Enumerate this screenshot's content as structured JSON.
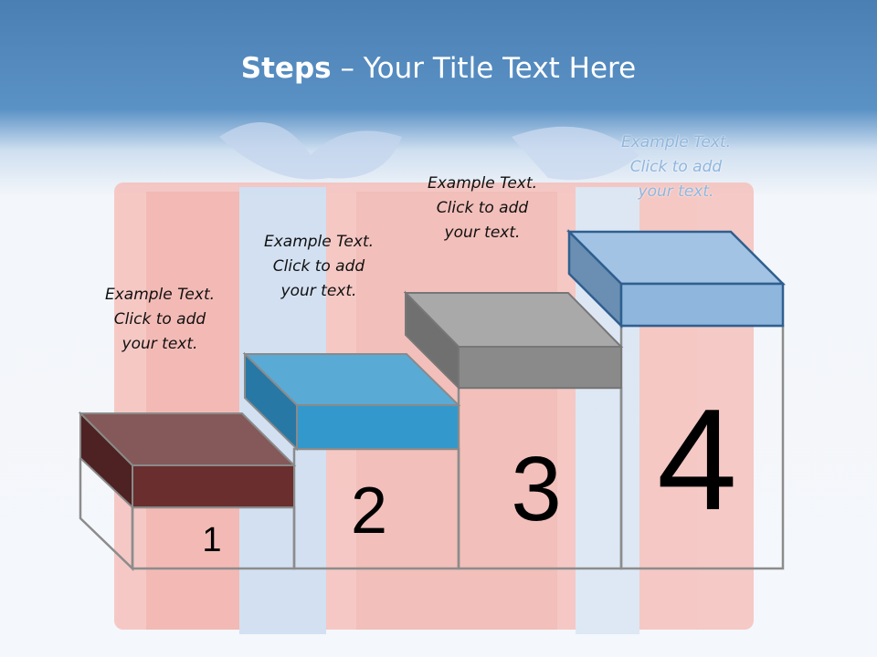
{
  "title": {
    "bold": "Steps",
    "rest": " – Your Title Text Here"
  },
  "steps": [
    {
      "number": "1",
      "text": "Example Text.\nClick  to add\nyour text.",
      "color": "#6a2e2e"
    },
    {
      "number": "2",
      "text": "Example Text.\nClick  to add\nyour text.",
      "color": "#3399cc"
    },
    {
      "number": "3",
      "text": "Example Text.\nClick  to add\nyour text.",
      "color": "#8a8a8a"
    },
    {
      "number": "4",
      "text": "Example Text.\nClick  to add\nyour text.",
      "color": "#8fb6dd"
    }
  ]
}
